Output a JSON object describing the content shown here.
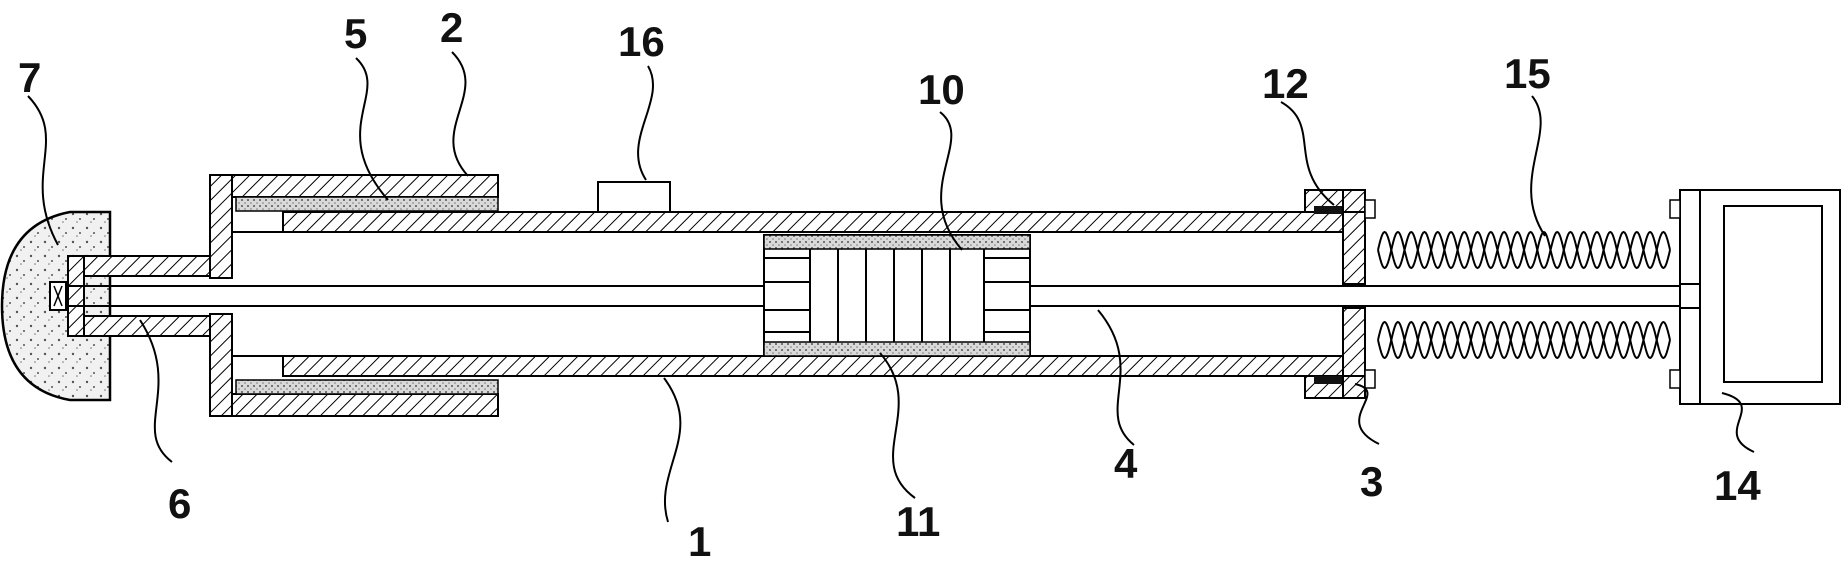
{
  "diagram": {
    "labels": {
      "l1": "1",
      "l2": "2",
      "l3": "3",
      "l4": "4",
      "l5": "5",
      "l6": "6",
      "l7": "7",
      "l10": "10",
      "l11": "11",
      "l12": "12",
      "l14": "14",
      "l15": "15",
      "l16": "16"
    }
  }
}
